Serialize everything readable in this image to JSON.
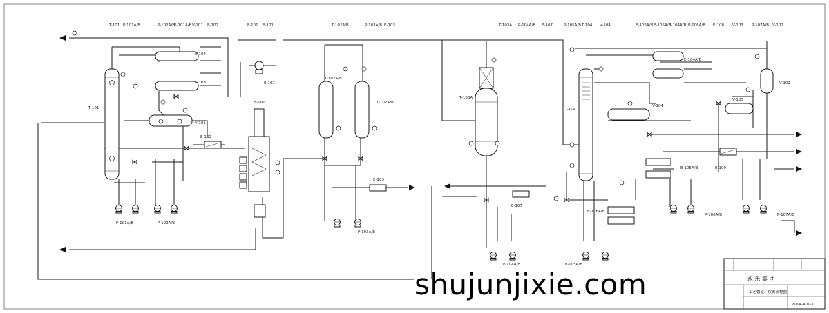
{
  "tags": {
    "T101": "T-101",
    "P101": "P-101A/B",
    "P102": "P-102A/B",
    "E101": "E-101A/B",
    "E102": "E-102",
    "E103": "E-103",
    "E104": "E-104",
    "V101": "V-101",
    "E101s": "E-101",
    "F101": "F-101",
    "P103": "P-103A/B",
    "E103s": "E-103",
    "T102": "T-102A/B",
    "T102b": "T-102A/B",
    "E101b": "E-101",
    "T103": "T-103A",
    "P104": "P-104A/B",
    "E107": "E-107",
    "P105": "P-105A/B",
    "T104": "T-104",
    "V104": "V-104",
    "E106": "E-106A/B",
    "E107b": "E-107",
    "E104b": "E-104A/B",
    "P106": "P-106A/B",
    "E108": "E-108",
    "V103": "V-103",
    "P107": "P-107A/B",
    "V102": "V-102",
    "E105": "E-105A/B",
    "E109": "E-109"
  },
  "title_block": {
    "company": "永  乐  集  团",
    "drawing_title": "工艺管道、仪表流程图",
    "drawing_no": "2014-401-1"
  },
  "watermark": "shujunjixie.com"
}
